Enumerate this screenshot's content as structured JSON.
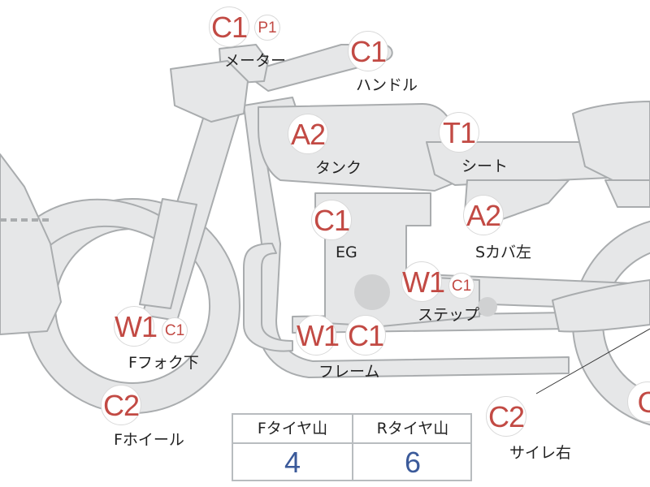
{
  "colors": {
    "part_fill": "#e6e7e8",
    "part_stroke": "#a9acae",
    "badge_text": "#c24a44",
    "value_text": "#3b5a9a"
  },
  "badges": [
    {
      "id": "meter-c1",
      "text": "C1"
    },
    {
      "id": "meter-p1",
      "text": "P1"
    },
    {
      "id": "handle-c1",
      "text": "C1"
    },
    {
      "id": "tank-a2",
      "text": "A2"
    },
    {
      "id": "seat-t1",
      "text": "T1"
    },
    {
      "id": "eg-c1",
      "text": "C1"
    },
    {
      "id": "scover-a2",
      "text": "A2"
    },
    {
      "id": "step-w1",
      "text": "W1"
    },
    {
      "id": "step-c1",
      "text": "C1"
    },
    {
      "id": "frame-w1",
      "text": "W1"
    },
    {
      "id": "frame-c1",
      "text": "C1"
    },
    {
      "id": "ffork-w1",
      "text": "W1"
    },
    {
      "id": "ffork-c1",
      "text": "C1"
    },
    {
      "id": "fwheel-c2",
      "text": "C2"
    },
    {
      "id": "muffler-c2",
      "text": "C2"
    },
    {
      "id": "rwheel-c",
      "text": "C"
    }
  ],
  "labels": {
    "meter": "メーター",
    "handle": "ハンドル",
    "tank": "タンク",
    "seat": "シート",
    "engine": "EG",
    "side_cover": "Sカバ左",
    "step": "ステップ",
    "frame": "フレーム",
    "front_fork": "Fフォク下",
    "front_wheel": "Fホイール",
    "muffler": "サイレ右"
  },
  "tire_table": {
    "front_header": "Fタイヤ山",
    "rear_header": "Rタイヤ山",
    "front_value": "4",
    "rear_value": "6"
  }
}
